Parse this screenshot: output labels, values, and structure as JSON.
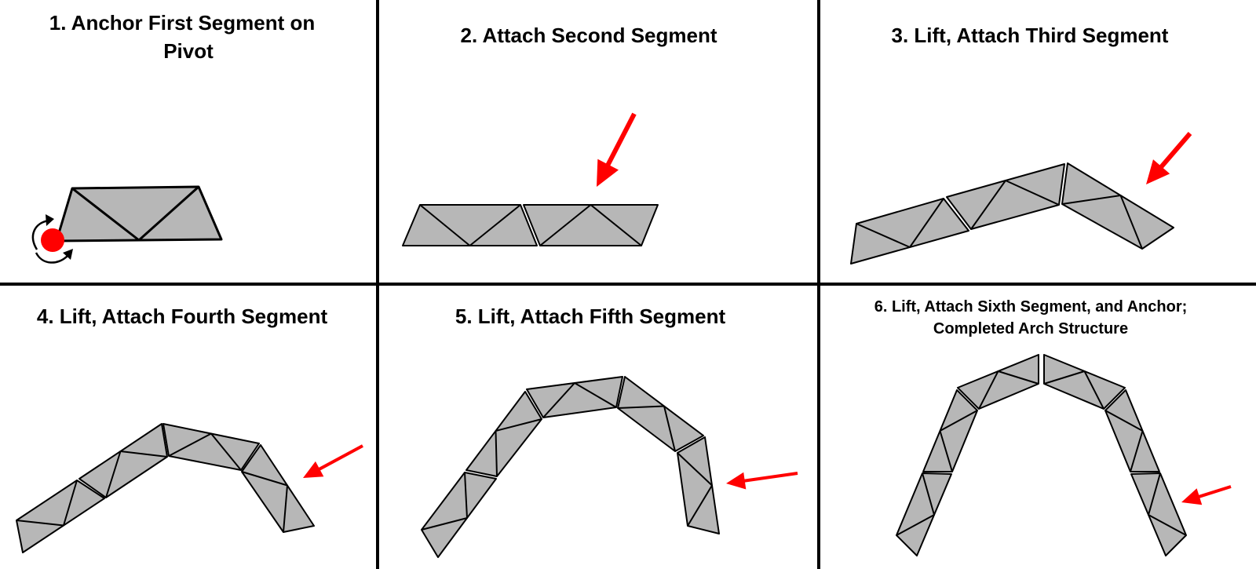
{
  "colors": {
    "segment_fill": "#b7b7b7",
    "outline": "#000000",
    "arrow": "#ff0000",
    "pivot": "#ff0000",
    "background": "#ffffff"
  },
  "panels": [
    {
      "step": 1,
      "title_lines": [
        "1. Anchor First Segment on",
        "Pivot"
      ],
      "segments": 1,
      "icons": [
        "pivot-dot",
        "rotation-arrows"
      ]
    },
    {
      "step": 2,
      "title_lines": [
        "2. Attach Second Segment"
      ],
      "segments": 2,
      "icons": [
        "red-arrow"
      ]
    },
    {
      "step": 3,
      "title_lines": [
        "3. Lift, Attach Third Segment"
      ],
      "segments": 3,
      "icons": [
        "red-arrow"
      ]
    },
    {
      "step": 4,
      "title_lines": [
        "4. Lift, Attach Fourth Segment"
      ],
      "segments": 4,
      "icons": [
        "red-arrow"
      ]
    },
    {
      "step": 5,
      "title_lines": [
        "5. Lift, Attach Fifth Segment"
      ],
      "segments": 5,
      "icons": [
        "red-arrow"
      ]
    },
    {
      "step": 6,
      "title_lines": [
        "6. Lift, Attach Sixth Segment, and Anchor;",
        "Completed Arch Structure"
      ],
      "segments": 6,
      "icons": [
        "red-arrow"
      ]
    }
  ]
}
